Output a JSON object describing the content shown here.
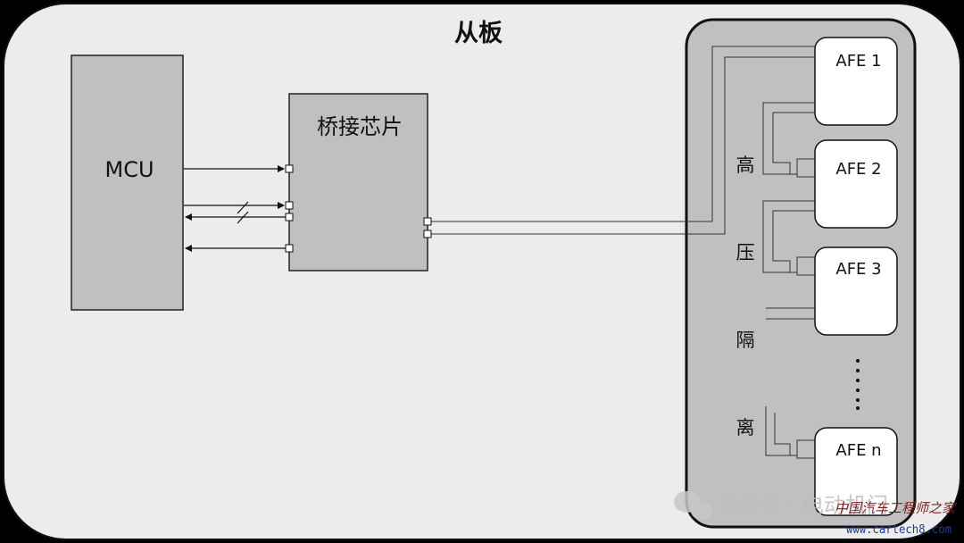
{
  "title": "从板",
  "mcu": {
    "label": "MCU"
  },
  "bridge": {
    "label": "桥接芯片"
  },
  "isolation": {
    "chars": [
      "高",
      "压",
      "隔",
      "离"
    ]
  },
  "afe": [
    {
      "label": "AFE 1"
    },
    {
      "label": "AFE 2"
    },
    {
      "label": "AFE 3"
    },
    {
      "label": "AFE n"
    }
  ],
  "watermark": {
    "text": "公众号 · 电动机门",
    "site_name": "中国汽车工程师之家",
    "site_url": "www.cartech8.com"
  }
}
